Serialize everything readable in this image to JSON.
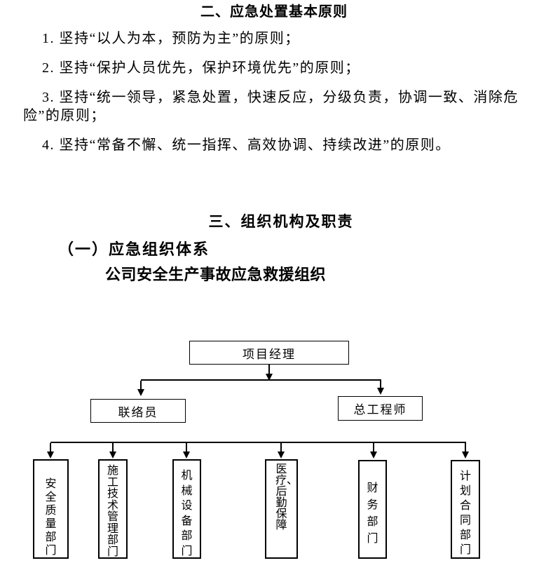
{
  "document": {
    "section2": {
      "title": "二、应急处置基本原则",
      "items": [
        "1. 坚持“以人为本，预防为主”的原则；",
        "2. 坚持“保护人员优先，保护环境优先”的原则；",
        "3. 坚持“统一领导，紧急处置，快速反应，分级负责，协调一致、消除危险”的原则；",
        "4. 坚持“常备不懈、统一指挥、高效协调、持续改进”的原则。"
      ]
    },
    "section3": {
      "title": "三、组织机构及职责",
      "subsection": "（一）应急组织体系",
      "caption": "公司安全生产事故应急救援组织"
    }
  },
  "org_chart": {
    "root": "项目经理",
    "level2": [
      "联络员",
      "总工程师"
    ],
    "departments": [
      "安全质量部门",
      "施工技术管理部门",
      "机械设备部门",
      "医疗、后勤保障",
      "财务部门",
      "计划合同部门"
    ]
  }
}
